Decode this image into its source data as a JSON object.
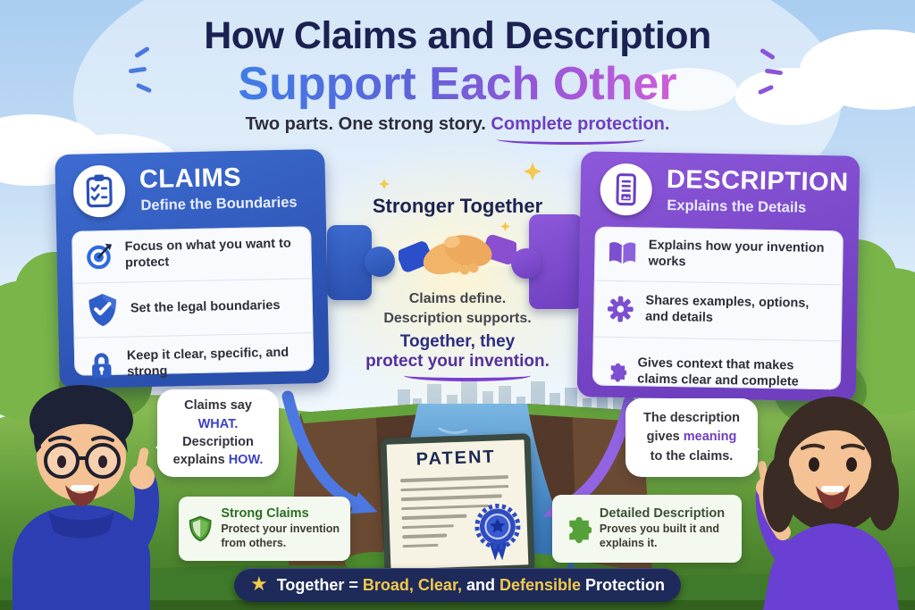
{
  "infographic": {
    "title_line1": "How Claims and Description",
    "title_line2": "Support Each Other",
    "subtitle": {
      "plain": "Two parts. One strong story.",
      "accent": "Complete protection."
    }
  },
  "claims_panel": {
    "icon": "clipboard-checklist-icon",
    "title": "CLAIMS",
    "subtitle": "Define the Boundaries",
    "color": "#2f5cc4",
    "items": [
      {
        "icon": "target-icon",
        "text": "Focus on what you want to protect"
      },
      {
        "icon": "shield-check-icon",
        "text": "Set the legal boundaries"
      },
      {
        "icon": "lock-icon",
        "text": "Keep it clear, specific, and strong"
      }
    ]
  },
  "description_panel": {
    "icon": "document-icon",
    "title": "DESCRIPTION",
    "subtitle": "Explains the Details",
    "color": "#7a45cc",
    "items": [
      {
        "icon": "open-book-icon",
        "text": "Explains how your invention works"
      },
      {
        "icon": "gear-icon",
        "text": "Shares examples, options, and details"
      },
      {
        "icon": "puzzle-piece-icon",
        "text": "Gives context that makes claims clear and complete"
      }
    ]
  },
  "center": {
    "heading": "Stronger Together",
    "icon": "handshake-icon",
    "line1": "Claims define.",
    "line2": "Description supports.",
    "line3": "Together, they",
    "line4": "protect your invention."
  },
  "left_speech_bubble": {
    "line1": "Claims say",
    "accent1": "WHAT.",
    "line2": "Description",
    "line3_prefix": "explains",
    "accent2": "HOW."
  },
  "right_speech_bubble": {
    "line1": "The description",
    "line2_prefix": "gives",
    "accent": "meaning",
    "line3": "to the claims."
  },
  "patent_document": {
    "title": "PATENT",
    "icon": "rosette-seal-icon"
  },
  "strong_claims_card": {
    "icon": "green-shield-icon",
    "title": "Strong Claims",
    "text": "Protect your invention from others."
  },
  "detailed_description_card": {
    "icon": "green-puzzle-icon",
    "title": "Detailed Description",
    "text": "Proves you built it and explains it."
  },
  "footer_banner": {
    "icon": "star-icon",
    "full_text": "Together = Broad, Clear, and Defensible Protection",
    "segments": [
      {
        "text": "Together = ",
        "accent": false
      },
      {
        "text": "Broad,",
        "accent": true
      },
      {
        "text": " ",
        "accent": false
      },
      {
        "text": "Clear,",
        "accent": true
      },
      {
        "text": " and ",
        "accent": false
      },
      {
        "text": "Defensible",
        "accent": true
      },
      {
        "text": " Protection",
        "accent": false
      }
    ]
  },
  "colors": {
    "claims_blue": "#2f5cc4",
    "description_purple": "#7a45cc",
    "title_navy": "#1b2150",
    "accent_purple": "#6d3fc0",
    "accent_indigo": "#3b43c4",
    "success_green": "#4f9e33",
    "banner_navy": "#1e2a5a",
    "banner_yellow": "#f2c94c"
  }
}
